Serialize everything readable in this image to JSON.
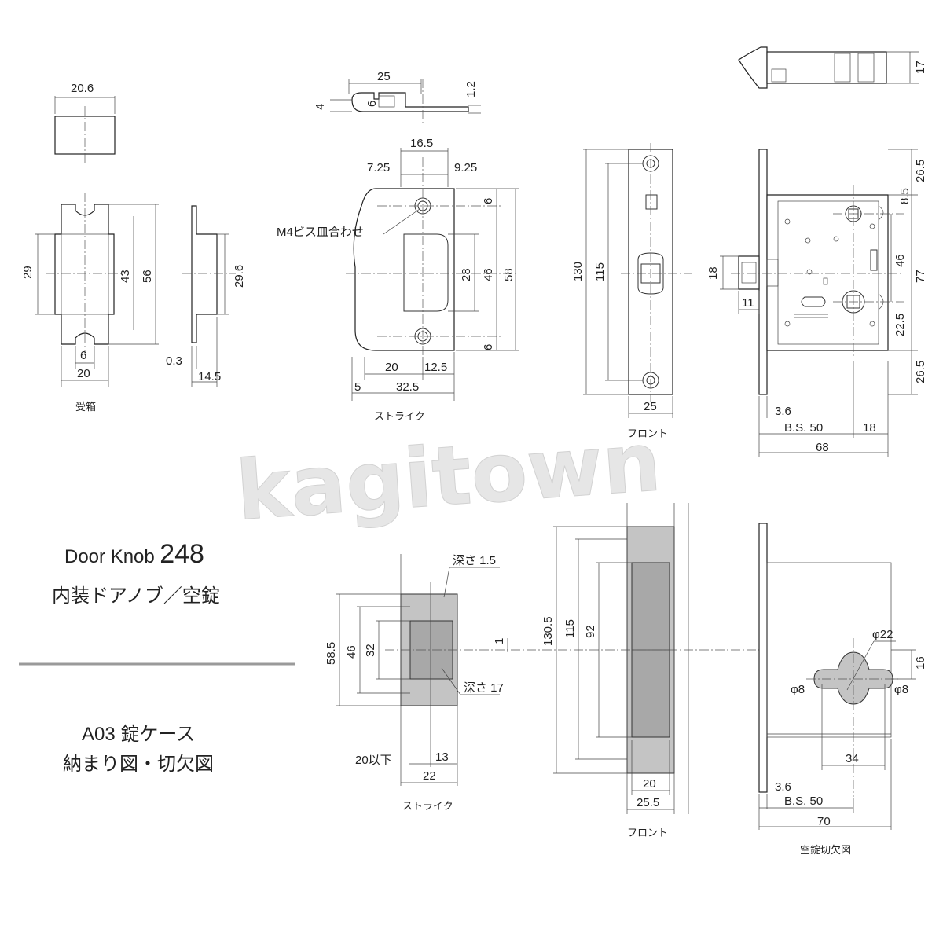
{
  "title": {
    "product": "Door Knob",
    "model": "248",
    "subtitle": "内装ドアノブ／空錠",
    "section_line1": "A03 錠ケース",
    "section_line2": "納まり図・切欠図"
  },
  "watermark": "kagitown",
  "receiver_box": {
    "caption": "受箱",
    "dims": [
      "20.6",
      "29",
      "43",
      "56",
      "6",
      "20",
      "29.6",
      "0.3",
      "14.5"
    ]
  },
  "strike_top": {
    "caption": "ストライク",
    "note": "M4ビス皿合わせ",
    "dims": [
      "25",
      "4",
      "6",
      "1.2",
      "16.5",
      "7.25",
      "9.25",
      "6",
      "28",
      "46",
      "58",
      "6",
      "20",
      "12.5",
      "5",
      "32.5"
    ]
  },
  "front_top": {
    "caption": "フロント",
    "dims": [
      "130",
      "115",
      "25"
    ]
  },
  "lock_case": {
    "dims": [
      "17",
      "26.5",
      "8.5",
      "46",
      "77",
      "18",
      "11",
      "22.5",
      "26.5",
      "3.6",
      "B.S. 50",
      "18",
      "68"
    ]
  },
  "strike_bottom": {
    "caption": "ストライク",
    "notes": [
      "深さ 1.5",
      "深さ 17"
    ],
    "dims": [
      "58.5",
      "46",
      "32",
      "1",
      "20以下",
      "13",
      "22"
    ]
  },
  "front_bottom": {
    "caption": "フロント",
    "dims": [
      "130.5",
      "115",
      "92",
      "20",
      "25.5"
    ]
  },
  "cutout": {
    "caption": "空錠切欠図",
    "dims": [
      "φ22",
      "16",
      "φ8",
      "φ8",
      "34",
      "3.6",
      "B.S. 50",
      "70"
    ]
  }
}
